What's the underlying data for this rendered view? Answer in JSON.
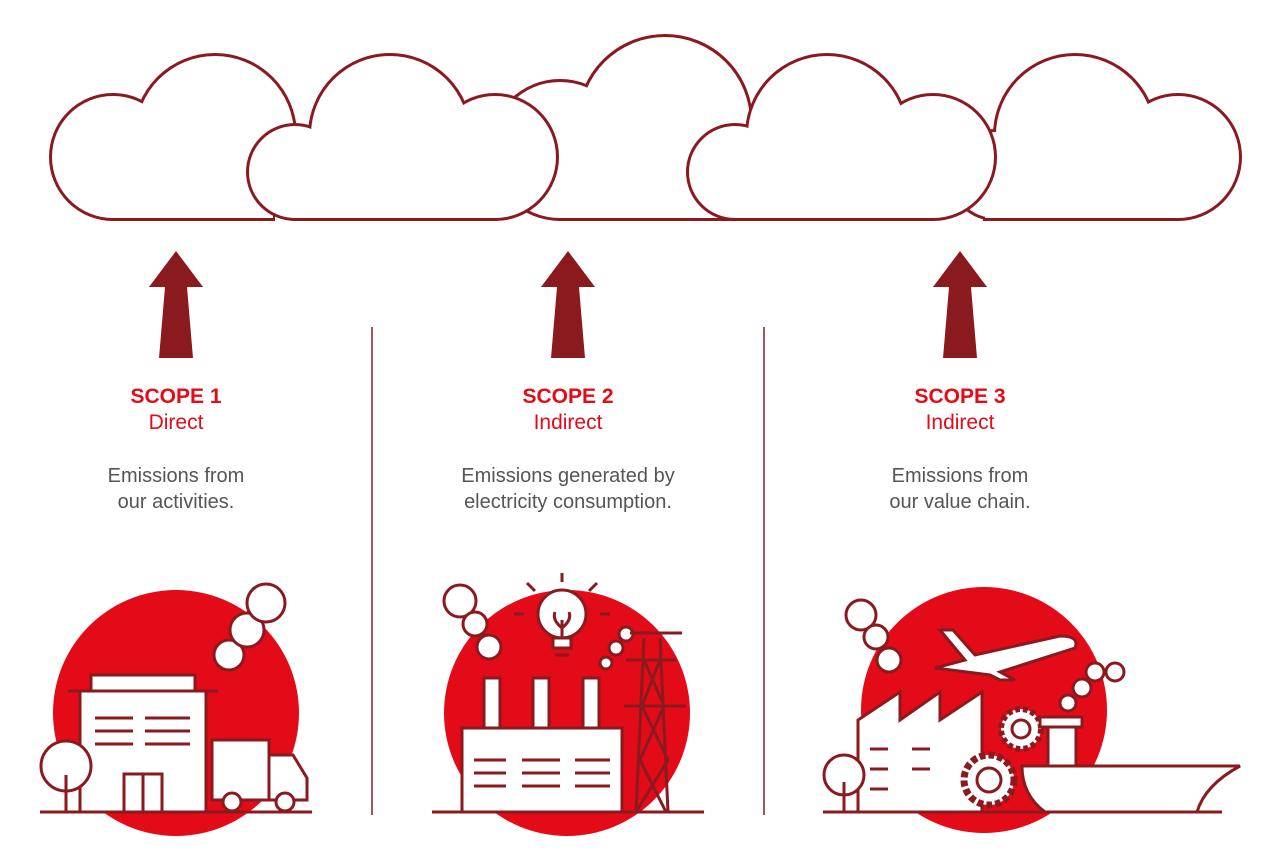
{
  "colors": {
    "outline": "#8b1a1f",
    "accent": "#e30b17",
    "text": "#555555"
  },
  "scopes": [
    {
      "title": "SCOPE 1",
      "kind": "Direct",
      "desc_line1": "Emissions from",
      "desc_line2": "our activities.",
      "icon": "office-building-truck"
    },
    {
      "title": "SCOPE 2",
      "kind": "Indirect",
      "desc_line1": "Emissions generated by",
      "desc_line2": "electricity consumption.",
      "icon": "power-plant-pylon"
    },
    {
      "title": "SCOPE 3",
      "kind": "Indirect",
      "desc_line1": "Emissions from",
      "desc_line2": "our value chain.",
      "icon": "factory-plane-ship"
    }
  ]
}
